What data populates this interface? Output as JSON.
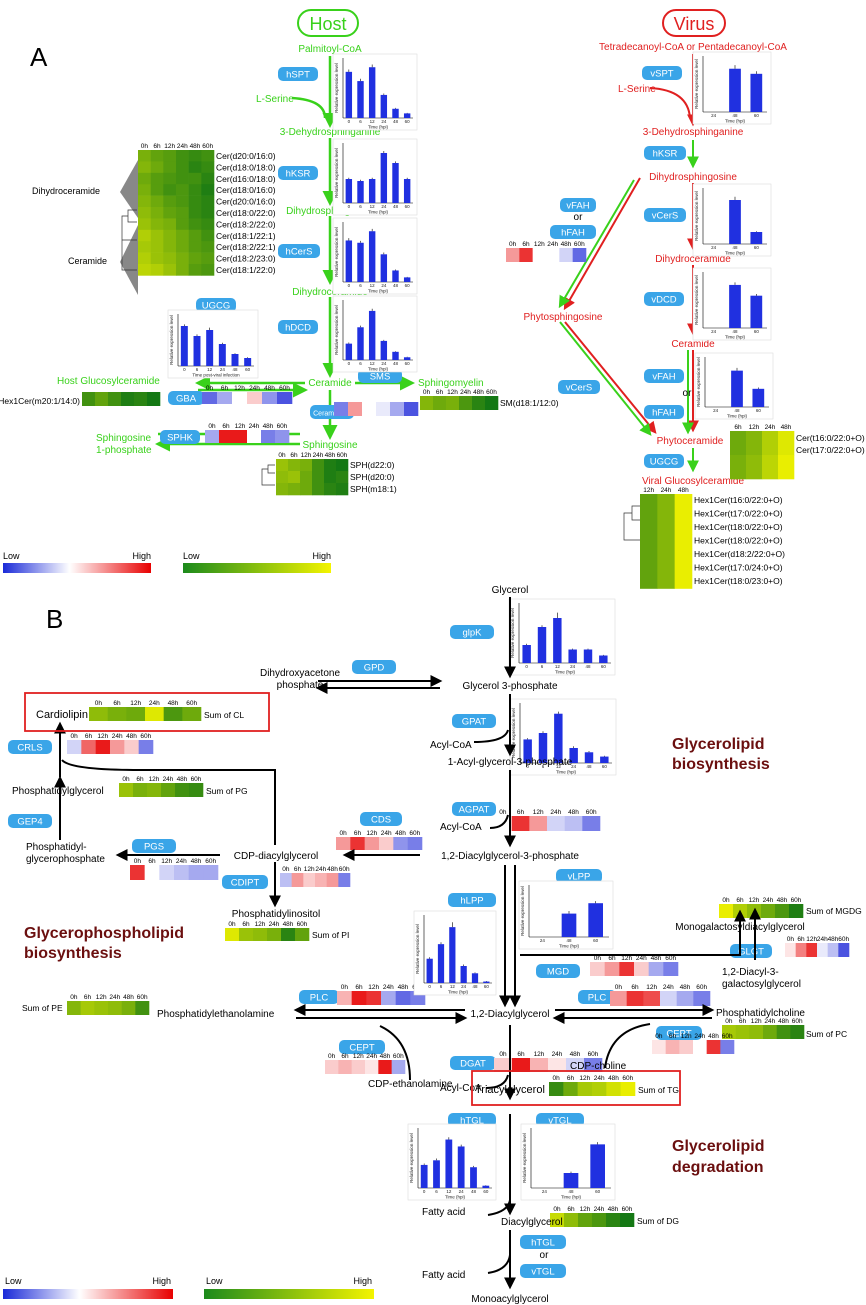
{
  "panels": {
    "a": "A",
    "b": "B"
  },
  "headers": {
    "host": "Host",
    "virus": "Virus"
  },
  "colors": {
    "host": "#39d11b",
    "virus": "#e02020",
    "enzyme": "#3aa5e8",
    "title": "#6b0f0f",
    "bar": "#2030e0"
  },
  "titles": {
    "glb": "Glycerolipid\nbiosynthesis",
    "gpb": "Glycerophospholipid\nbiosynthesis",
    "gld": "Glycerolipid\ndegradation"
  },
  "metabolites_a": {
    "palm": "Palmitoyl-CoA",
    "lser": "L-Serine",
    "dhs": "3-Dehydrosphinganine",
    "dhsg": "Dihydrosphingosine",
    "dhc": "Dihydroceramide",
    "cer": "Ceramide",
    "hgc": "Host Glucosylceramide",
    "sm": "Sphingomyelin",
    "sph": "Sphingosine",
    "s1p": "Sphingosine\n1-phosphate",
    "tetra": "Tetradecanoyl-CoA or Pentadecanoyl-CoA",
    "vlser": "L-Serine",
    "vdhs": "3-Dehydrosphinganine",
    "vdhsg": "Dihydrosphingosine",
    "vdhc": "Dihydroceramide",
    "vcer": "Ceramide",
    "phyto": "Phytosphingosine",
    "phytocer": "Phytoceramide",
    "vgc": "Viral Glucosylceramide",
    "dihydroceramide": "Dihydroceramide",
    "ceramide": "Ceramide"
  },
  "metabolites_b": {
    "glycerol": "Glycerol",
    "dhap": "Dihydroxyacetone\nphosphate",
    "g3p": "Glycerol 3-phosphate",
    "acoa1": "Acyl-CoA",
    "lpa": "1-Acyl-glycerol-3-phosphate",
    "acoa2": "Acyl-CoA",
    "pa": "1,2-Diacylglycerol-3-phosphate",
    "cdpdag": "CDP-diacylglycerol",
    "pgp": "Phosphatidyl-\nglycerophosphate",
    "pg": "Phosphatidylglycerol",
    "cl": "Cardiolipin",
    "pi": "Phosphatidylinositol",
    "pe": "Phosphatidylethanolamine",
    "dag": "1,2-Diacylglycerol",
    "pc": "Phosphatidylcholine",
    "cdpcho": "CDP-choline",
    "cdpeth": "CDP-ethanolamine",
    "acoa3": "Acyl-CoA",
    "tg": "Triacylglycerol",
    "mgdg": "Monogalactosyldiacylglycerol",
    "dgdg": "1,2-Diacyl-3-\ngalactosylglycerol",
    "fa1": "Fatty acid",
    "dg": "Diacylglycerol",
    "fa2": "Fatty acid",
    "mag": "Monoacylglycerol",
    "or": "or"
  },
  "enzymes": {
    "hspt": "hSPT",
    "hksr": "hKSR",
    "hcers": "hCerS",
    "hdcd": "hDCD",
    "ugcg": "UGCG",
    "gba": "GBA",
    "sms": "SMS",
    "ceramidase": "Ceramidase",
    "sphk": "SPHK",
    "vspt": "vSPT",
    "hksr2": "hKSR",
    "vfah1": "vFAH",
    "hfah1": "hFAH",
    "vcers1": "vCerS",
    "vdcd": "vDCD",
    "vfah2": "vFAH",
    "hfah2": "hFAH",
    "vcers2": "vCerS",
    "ugcg2": "UGCG",
    "or": "or",
    "glpk": "glpK",
    "gpd": "GPD",
    "gpat": "GPAT",
    "agpat": "AGPAT",
    "cds": "CDS",
    "pgs": "PGS",
    "cdipt": "CDIPT",
    "gep4": "GEP4",
    "crls": "CRLS",
    "hlpp": "hLPP",
    "vlpp": "vLPP",
    "mgd": "MGD",
    "glgt": "GLGT",
    "plc1": "PLC",
    "plc2": "PLC",
    "cept1": "CEPT",
    "cept2": "CEPT",
    "dgat": "DGAT",
    "htgl": "hTGL",
    "vtgl": "vTGL",
    "htgl2": "hTGL",
    "vtgl2": "vTGL"
  },
  "hm_time_labels": [
    "0h",
    "6h",
    "12h",
    "24h",
    "48h",
    "60h"
  ],
  "hm_3time": [
    "12h",
    "24h",
    "48h"
  ],
  "hm_4time": [
    "6h",
    "12h",
    "24h",
    "48h"
  ],
  "sum_labels": {
    "cl": "Sum of CL",
    "pg": "Sum of PG",
    "pi": "Sum of PI",
    "pe": "Sum of PE",
    "pc": "Sum of PC",
    "tg": "Sum of TG",
    "dg": "Sum of DG",
    "mgdg": "Sum of MGDG"
  },
  "row_labels": {
    "hex1cer": "Hex1Cer(m20:1/14:0)",
    "sm": "SM(d18:1/12:0)",
    "ceramide_rows": [
      "Cer(d20:0/16:0)",
      "Cer(d18:0/18:0)",
      "Cer(d16:0/18:0)",
      "Cer(d18:0/16:0)",
      "Cer(d20:0/16:0)",
      "Cer(d18:0/22:0)",
      "Cer(d18:2/22:0)",
      "Cer(d18:1/22:1)",
      "Cer(d18:2/22:1)",
      "Cer(d18:2/23:0)",
      "Cer(d18:1/22:0)"
    ],
    "sph_rows": [
      "SPH(d22:0)",
      "SPH(d20:0)",
      "SPH(m18:1)"
    ],
    "phytocer_rows": [
      "Cer(t16:0/22:0+O)",
      "Cer(t17:0/22:0+O)"
    ],
    "vgc_rows": [
      "Hex1Cer(t16:0/22:0+O)",
      "Hex1Cer(t17:0/22:0+O)",
      "Hex1Cer(t18:0/22:0+O)",
      "Hex1Cer(t18:0/22:0+O)",
      "Hex1Cer(d18:2/22:0+O)",
      "Hex1Cer(t17:0/24:0+O)",
      "Hex1Cer(t18:0/23:0+O)"
    ]
  },
  "legend": {
    "low": "Low",
    "high": "High"
  },
  "bar_axes": {
    "ylabel": "Relative expression level",
    "xlabel": "Time (hpi)",
    "xlabel_post": "Time post-viral infection",
    "ticks_host": [
      "0",
      "6",
      "12",
      "24",
      "48",
      "60"
    ],
    "ticks_virus": [
      "24",
      "48",
      "60"
    ]
  },
  "chart_data": [
    {
      "type": "bar",
      "id": "hspt",
      "categories": [
        "0",
        "6",
        "12",
        "24",
        "48",
        "60"
      ],
      "values": [
        1.0,
        0.8,
        1.1,
        0.5,
        0.2,
        0.1
      ],
      "ylim": [
        0,
        1.3
      ],
      "err": [
        0.05,
        0.05,
        0.06,
        0.03,
        0.02,
        0.01
      ]
    },
    {
      "type": "bar",
      "id": "vspt",
      "categories": [
        "24",
        "48",
        "60"
      ],
      "values": [
        0.0,
        0.85,
        0.75
      ],
      "ylim": [
        0,
        1.1
      ],
      "err": [
        0,
        0.07,
        0.05
      ]
    },
    {
      "type": "bar",
      "id": "hksr",
      "categories": [
        "0",
        "6",
        "12",
        "24",
        "48",
        "60"
      ],
      "values": [
        0.6,
        0.55,
        0.6,
        1.25,
        1.0,
        0.6
      ],
      "ylim": [
        0,
        1.5
      ],
      "err": [
        0.03,
        0.03,
        0.03,
        0.05,
        0.04,
        0.03
      ]
    },
    {
      "type": "bar",
      "id": "vcers",
      "categories": [
        "24",
        "48",
        "60"
      ],
      "values": [
        0.0,
        1.1,
        0.3
      ],
      "ylim": [
        0,
        1.4
      ],
      "err": [
        0,
        0.08,
        0.02
      ]
    },
    {
      "type": "bar",
      "id": "hcers",
      "categories": [
        "0",
        "6",
        "12",
        "24",
        "48",
        "60"
      ],
      "values": [
        0.9,
        0.85,
        1.1,
        0.6,
        0.25,
        0.1
      ],
      "ylim": [
        0,
        1.3
      ],
      "err": [
        0.05,
        0.04,
        0.05,
        0.04,
        0.02,
        0.01
      ]
    },
    {
      "type": "bar",
      "id": "vdcd",
      "categories": [
        "24",
        "48",
        "60"
      ],
      "values": [
        0.0,
        1.0,
        0.75
      ],
      "ylim": [
        0,
        1.3
      ],
      "err": [
        0,
        0.06,
        0.04
      ]
    },
    {
      "type": "bar",
      "id": "hdcd",
      "categories": [
        "0",
        "6",
        "12",
        "24",
        "48",
        "60"
      ],
      "values": [
        0.3,
        0.6,
        0.9,
        0.35,
        0.15,
        0.05
      ],
      "ylim": [
        0,
        1.1
      ],
      "err": [
        0.02,
        0.03,
        0.04,
        0.02,
        0.01,
        0.01
      ]
    },
    {
      "type": "bar",
      "id": "ugcg",
      "categories": [
        "0",
        "6",
        "12",
        "24",
        "48",
        "60"
      ],
      "values": [
        1.0,
        0.75,
        0.9,
        0.55,
        0.3,
        0.2
      ],
      "ylim": [
        0,
        1.3
      ],
      "err": [
        0.04,
        0.04,
        0.06,
        0.03,
        0.02,
        0.02
      ]
    },
    {
      "type": "bar",
      "id": "vfah",
      "categories": [
        "24",
        "48",
        "60"
      ],
      "values": [
        0.0,
        0.8,
        0.4
      ],
      "ylim": [
        0,
        1.1
      ],
      "err": [
        0,
        0.06,
        0.03
      ]
    },
    {
      "type": "bar",
      "id": "glpk",
      "categories": [
        "0",
        "6",
        "12",
        "24",
        "48",
        "60"
      ],
      "values": [
        0.6,
        1.2,
        1.5,
        0.45,
        0.45,
        0.25
      ],
      "ylim": [
        0,
        2.0
      ],
      "err": [
        0.04,
        0.06,
        0.18,
        0.03,
        0.03,
        0.02
      ]
    },
    {
      "type": "bar",
      "id": "gpat",
      "categories": [
        "0",
        "6",
        "12",
        "24",
        "48",
        "60"
      ],
      "values": [
        5.5,
        7.0,
        11.5,
        3.5,
        2.5,
        1.5
      ],
      "ylim": [
        0,
        14
      ],
      "err": [
        0.3,
        0.4,
        0.5,
        0.4,
        0.3,
        0.2
      ]
    },
    {
      "type": "bar",
      "id": "hlpp",
      "categories": [
        "0",
        "6",
        "12",
        "24",
        "48",
        "60"
      ],
      "values": [
        5.0,
        8.0,
        11.5,
        3.5,
        2.0,
        0.3
      ],
      "ylim": [
        0,
        14
      ],
      "err": [
        0.3,
        0.4,
        1.0,
        0.3,
        0.2,
        0.1
      ]
    },
    {
      "type": "bar",
      "id": "vlpp",
      "categories": [
        "24",
        "48",
        "60"
      ],
      "values": [
        0.0,
        0.45,
        0.65
      ],
      "ylim": [
        0,
        1.0
      ],
      "err": [
        0,
        0.05,
        0.04
      ]
    },
    {
      "type": "bar",
      "id": "htgl",
      "categories": [
        "0",
        "6",
        "12",
        "24",
        "48",
        "60"
      ],
      "values": [
        0.5,
        0.6,
        1.05,
        0.9,
        0.45,
        0.05
      ],
      "ylim": [
        0,
        1.3
      ],
      "err": [
        0.03,
        0.04,
        0.05,
        0.04,
        0.03,
        0.01
      ]
    },
    {
      "type": "bar",
      "id": "vtgl",
      "categories": [
        "24",
        "48",
        "60"
      ],
      "values": [
        0.0,
        0.55,
        1.6
      ],
      "ylim": [
        0,
        2.2
      ],
      "err": [
        0,
        0.05,
        0.08
      ]
    }
  ],
  "heatmap_data": {
    "gba": [
      0.15,
      0.3,
      0.5,
      0.6,
      0.25,
      0.1
    ],
    "sms_ceramidase": [
      0.2,
      0.7,
      0.5,
      0.45,
      0.3,
      0.1
    ],
    "sphk": [
      0.3,
      0.95,
      0.95,
      0.5,
      0.2,
      0.25
    ],
    "hfah": [
      0.7,
      0.9,
      0.5,
      0.5,
      0.4,
      0.15
    ],
    "hex1cer": [
      0.2,
      0.35,
      0.2,
      0.05,
      0.1,
      0.0
    ],
    "sm": [
      0.5,
      0.4,
      0.45,
      0.25,
      0.1,
      0.0
    ],
    "ceramide": [
      [
        0.45,
        0.35,
        0.3,
        0.2,
        0.15,
        0.2
      ],
      [
        0.5,
        0.4,
        0.3,
        0.2,
        0.1,
        0.15
      ],
      [
        0.4,
        0.3,
        0.25,
        0.2,
        0.2,
        0.1
      ],
      [
        0.45,
        0.3,
        0.2,
        0.25,
        0.15,
        0.05
      ],
      [
        0.5,
        0.4,
        0.3,
        0.25,
        0.15,
        0.1
      ],
      [
        0.55,
        0.45,
        0.35,
        0.3,
        0.15,
        0.1
      ],
      [
        0.6,
        0.5,
        0.45,
        0.3,
        0.2,
        0.15
      ],
      [
        0.7,
        0.6,
        0.5,
        0.4,
        0.3,
        0.2
      ],
      [
        0.65,
        0.6,
        0.5,
        0.4,
        0.3,
        0.25
      ],
      [
        0.7,
        0.6,
        0.55,
        0.45,
        0.35,
        0.3
      ],
      [
        0.75,
        0.7,
        0.6,
        0.45,
        0.3,
        0.25
      ]
    ],
    "sph": [
      [
        0.6,
        0.5,
        0.45,
        0.2,
        0.05,
        0.0
      ],
      [
        0.55,
        0.6,
        0.4,
        0.2,
        0.05,
        0.1
      ],
      [
        0.5,
        0.45,
        0.4,
        0.2,
        0.1,
        0.05
      ]
    ],
    "phytocer": [
      [
        0.4,
        0.5,
        0.7,
        0.9
      ],
      [
        0.45,
        0.55,
        0.75,
        0.95
      ]
    ],
    "vgc": [
      [
        0.35,
        0.5,
        0.95
      ],
      [
        0.35,
        0.5,
        0.95
      ],
      [
        0.35,
        0.5,
        0.95
      ],
      [
        0.35,
        0.5,
        0.95
      ],
      [
        0.35,
        0.5,
        0.95
      ],
      [
        0.35,
        0.5,
        0.95
      ],
      [
        0.35,
        0.5,
        0.95
      ]
    ],
    "cl": [
      0.55,
      0.45,
      0.4,
      0.9,
      0.25,
      0.4
    ],
    "crls": [
      0.4,
      0.8,
      0.95,
      0.7,
      0.6,
      0.2
    ],
    "pg": [
      0.6,
      0.45,
      0.5,
      0.35,
      0.2,
      0.15
    ],
    "cds": [
      0.7,
      0.9,
      0.7,
      0.6,
      0.25,
      0.2
    ],
    "agpat": [
      0.5,
      0.9,
      0.7,
      0.4,
      0.35,
      0.2
    ],
    "pgs": [
      0.9,
      0.5,
      0.4,
      0.35,
      0.3,
      0.3
    ],
    "cdipt": [
      0.35,
      0.7,
      0.6,
      0.65,
      0.7,
      0.2
    ],
    "pi": [
      0.9,
      0.6,
      0.55,
      0.45,
      0.1,
      0.35
    ],
    "mgdg": [
      0.95,
      0.7,
      0.55,
      0.4,
      0.25,
      0.05
    ],
    "glgt": [
      0.55,
      0.75,
      0.9,
      0.45,
      0.35,
      0.1
    ],
    "mgd": [
      0.6,
      0.7,
      0.9,
      0.6,
      0.3,
      0.2
    ],
    "plc1": [
      0.65,
      0.95,
      0.9,
      0.3,
      0.15,
      0.2
    ],
    "plc2": [
      0.7,
      0.9,
      0.85,
      0.4,
      0.3,
      0.2
    ],
    "pe": [
      0.5,
      0.65,
      0.6,
      0.55,
      0.45,
      0.2
    ],
    "pc": [
      0.65,
      0.6,
      0.55,
      0.4,
      0.2,
      0.1
    ],
    "cept1": [
      0.6,
      0.65,
      0.6,
      0.55,
      0.95,
      0.3
    ],
    "cept2": [
      0.55,
      0.65,
      0.6,
      0.5,
      0.9,
      0.2
    ],
    "dgat": [
      0.6,
      0.95,
      0.65,
      0.55,
      0.4,
      0.2
    ],
    "tg": [
      0.15,
      0.4,
      0.65,
      0.7,
      0.85,
      0.95
    ],
    "dg": [
      0.8,
      0.55,
      0.35,
      0.25,
      0.1,
      0.0
    ]
  }
}
